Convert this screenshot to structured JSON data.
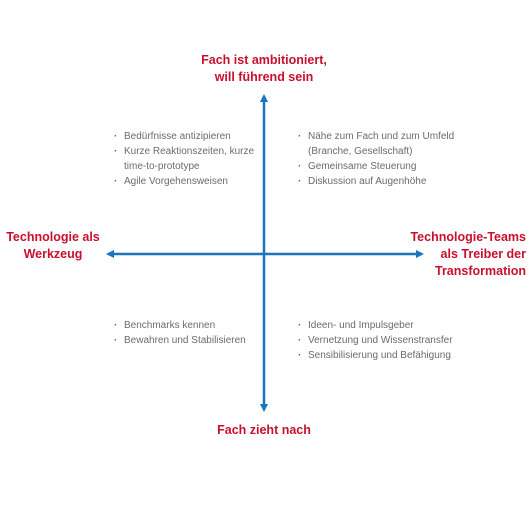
{
  "labels": {
    "top": [
      "Fach ist ambitioniert,",
      "will führend sein"
    ],
    "bottom": [
      "Fach zieht nach"
    ],
    "left": [
      "Technologie als",
      "Werkzeug"
    ],
    "right": [
      "Technologie-Teams",
      "als Treiber der",
      "Transformation"
    ]
  },
  "quadrants": {
    "top_left": [
      "Bedürfnisse antizipieren",
      "Kurze Reaktionszeiten, kurze time-to-prototype",
      "Agile Vorgehensweisen"
    ],
    "top_right": [
      "Nähe zum Fach und zum Umfeld (Branche, Gesellschaft)",
      "Gemeinsame Steuerung",
      "Diskussion auf Augenhöhe"
    ],
    "bottom_left": [
      "Benchmarks kennen",
      "Bewahren und Stabilisieren"
    ],
    "bottom_right": [
      "Ideen- und Impulsgeber",
      "Vernetzung und Wissenstransfer",
      "Sensibilisierung und Befähigung"
    ]
  },
  "colors": {
    "axis": "#1b75bc",
    "label": "#c8102e",
    "text": "#6b6b6b"
  }
}
